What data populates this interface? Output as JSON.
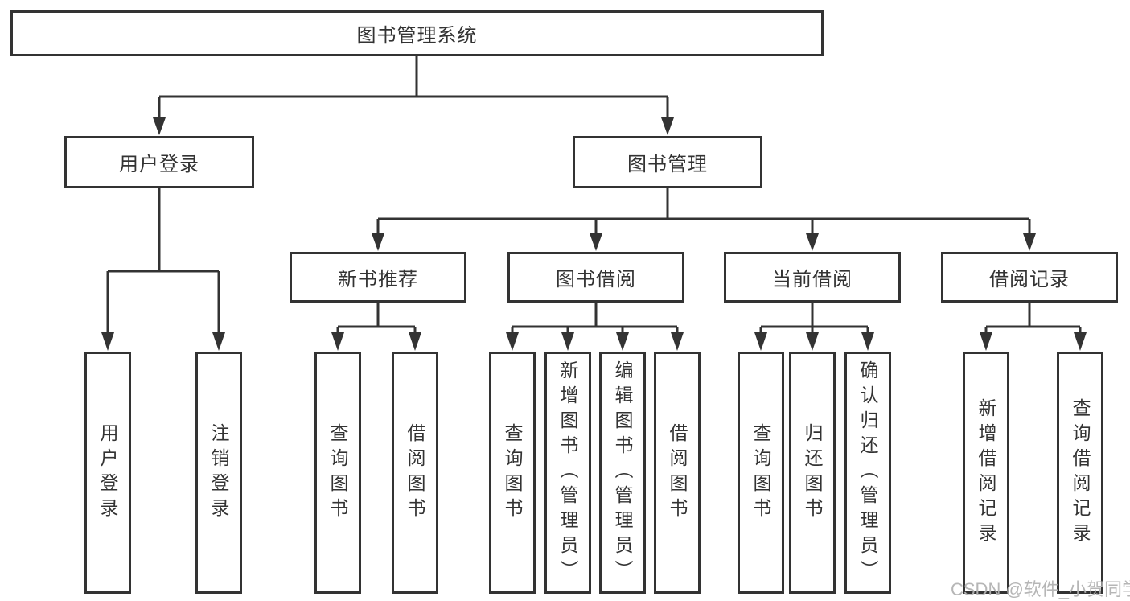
{
  "diagram": {
    "type": "hierarchy",
    "root": {
      "label": "图书管理系统"
    },
    "level2": [
      {
        "label": "用户登录",
        "parent": "图书管理系统"
      },
      {
        "label": "图书管理",
        "parent": "图书管理系统"
      }
    ],
    "level3": [
      {
        "label": "新书推荐",
        "parent": "图书管理"
      },
      {
        "label": "图书借阅",
        "parent": "图书管理"
      },
      {
        "label": "当前借阅",
        "parent": "图书管理"
      },
      {
        "label": "借阅记录",
        "parent": "图书管理"
      }
    ],
    "leaves": [
      {
        "label": "用户登录",
        "parent": "用户登录"
      },
      {
        "label": "注销登录",
        "parent": "用户登录"
      },
      {
        "label": "查询图书",
        "parent": "新书推荐"
      },
      {
        "label": "借阅图书",
        "parent": "新书推荐"
      },
      {
        "label": "查询图书",
        "parent": "图书借阅"
      },
      {
        "label": "新增图书（管理员）",
        "parent": "图书借阅"
      },
      {
        "label": "编辑图书（管理员）",
        "parent": "图书借阅"
      },
      {
        "label": "借阅图书",
        "parent": "图书借阅"
      },
      {
        "label": "查询图书",
        "parent": "当前借阅"
      },
      {
        "label": "归还图书",
        "parent": "当前借阅"
      },
      {
        "label": "确认归还（管理员）",
        "parent": "当前借阅"
      },
      {
        "label": "新增借阅记录",
        "parent": "借阅记录"
      },
      {
        "label": "查询借阅记录",
        "parent": "借阅记录"
      }
    ],
    "watermark": "CSDN @软件_小贺同学",
    "colors": {
      "line": "#333333",
      "text": "#333333",
      "box_fill": "#ffffff",
      "watermark": "#b2b2b2",
      "background": "#ffffff"
    }
  }
}
